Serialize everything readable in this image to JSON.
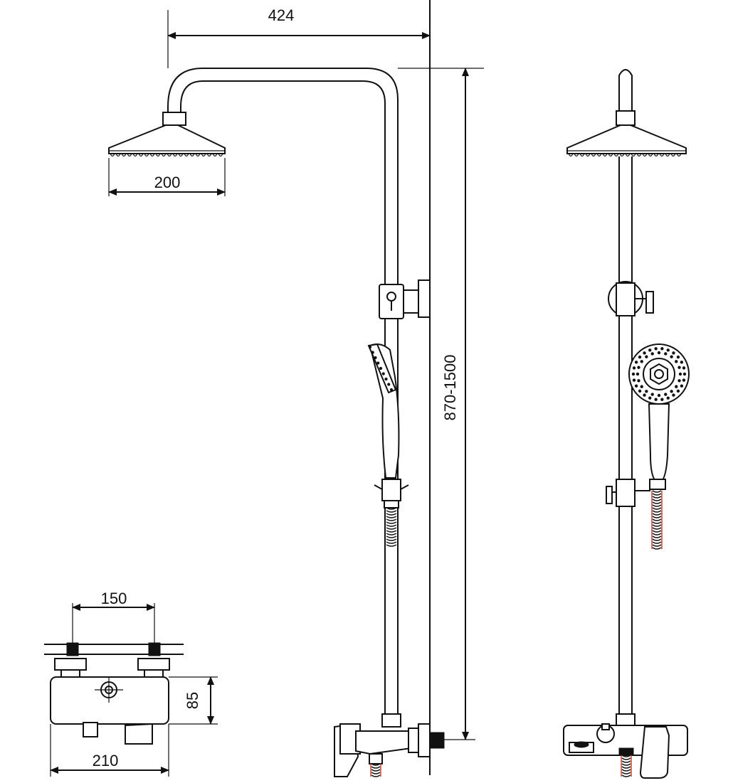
{
  "dimensions": {
    "arm_reach": "424",
    "head_diameter": "200",
    "height_range": "870-1500",
    "inlet_spacing": "150",
    "mixer_depth": "85",
    "mixer_width": "210"
  },
  "colors": {
    "line": "#111111",
    "background": "#ffffff",
    "hose_accent": "#c0392b"
  }
}
